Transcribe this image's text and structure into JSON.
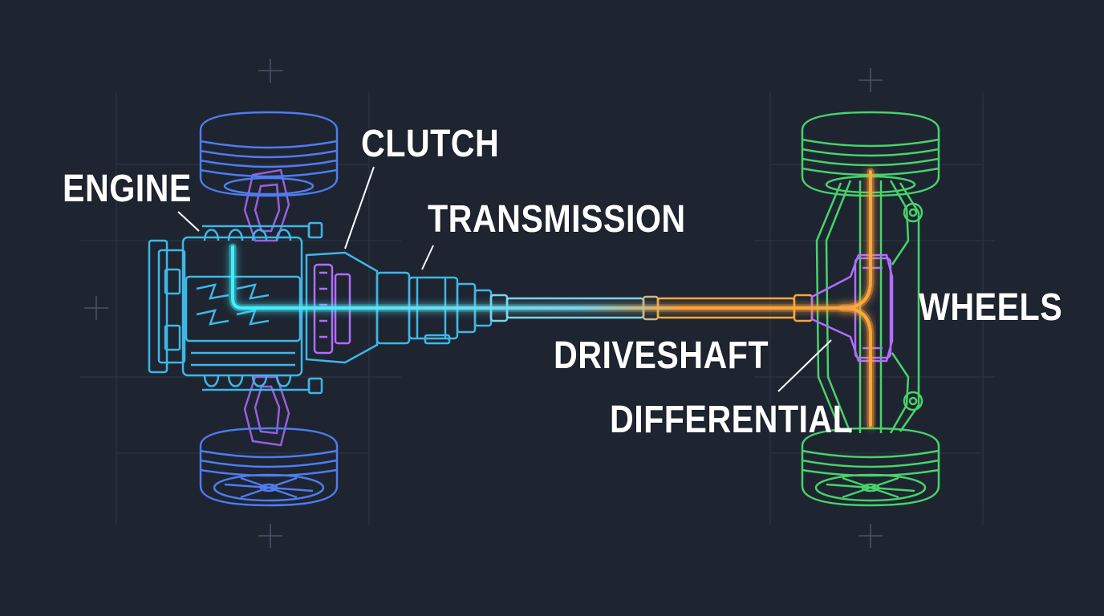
{
  "labels": {
    "engine": "ENGINE",
    "clutch": "CLUTCH",
    "transmission": "TRANSMISSION",
    "driveshaft": "DRIVESHAFT",
    "differential": "DIFFERENTIAL",
    "wheels": "WHEELS"
  },
  "colors": {
    "background": "#1e2531",
    "grid": "#3a4456",
    "front_wheels": "#4f7cf0",
    "suspension": "#9a5ee0",
    "engine": "#3fb6e6",
    "power_flow_start": "#3ff0ff",
    "power_flow_end": "#ffa53a",
    "rear_axle": "#48d36a",
    "differential": "#b36cff",
    "text": "#ffffff"
  }
}
